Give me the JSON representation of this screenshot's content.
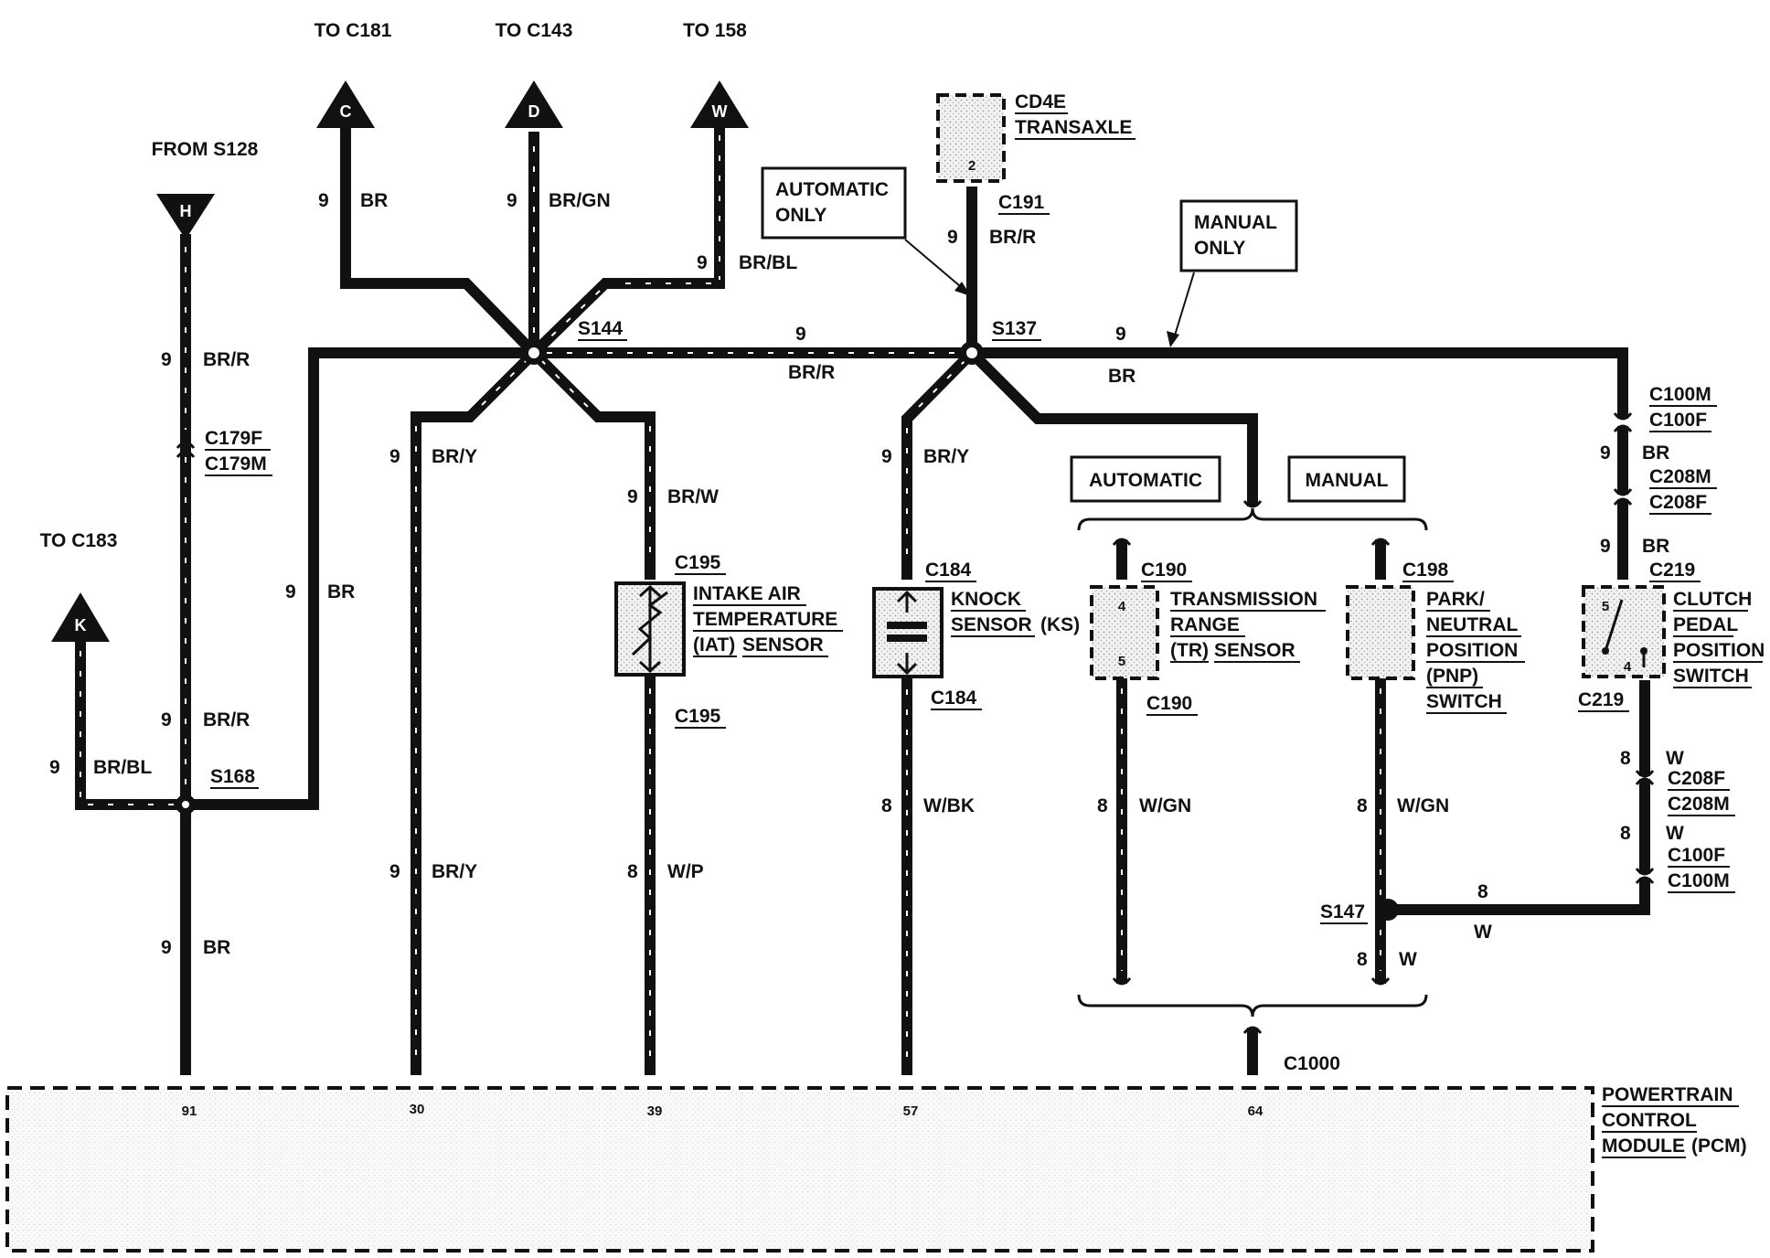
{
  "flags": {
    "c181": {
      "to": "TO C181",
      "letter": "C"
    },
    "c143": {
      "to": "TO C143",
      "letter": "D"
    },
    "t158": {
      "to": "TO 158",
      "letter": "W"
    },
    "s128": {
      "from": "FROM S128",
      "letter": "H"
    },
    "c183": {
      "to": "TO C183",
      "letter": "K"
    }
  },
  "splices": {
    "s144": "S144",
    "s137": "S137",
    "s168": "S168",
    "s147": "S147"
  },
  "wires": {
    "h_up": {
      "gauge": "9",
      "color": "BR/R"
    },
    "h_low": {
      "gauge": "9",
      "color": "BR/R"
    },
    "k": {
      "gauge": "9",
      "color": "BR/BL"
    },
    "s168_up": {
      "gauge": "9",
      "color": "BR"
    },
    "pcm91": {
      "gauge": "9",
      "color": "BR"
    },
    "c_up": {
      "gauge": "9",
      "color": "BR"
    },
    "d_up": {
      "gauge": "9",
      "color": "BR/GN"
    },
    "w_up": {
      "gauge": "9",
      "color": "BR/BL"
    },
    "s144_s137": {
      "gauge": "9",
      "color": "BR/R"
    },
    "bry_top": {
      "gauge": "9",
      "color": "BR/Y"
    },
    "bry_bot": {
      "gauge": "9",
      "color": "BR/Y"
    },
    "brw": {
      "gauge": "9",
      "color": "BR/W"
    },
    "wp": {
      "gauge": "8",
      "color": "W/P"
    },
    "c191": {
      "gauge": "9",
      "color": "BR/R"
    },
    "s137_bry": {
      "gauge": "9",
      "color": "BR/Y"
    },
    "wbk": {
      "gauge": "8",
      "color": "W/BK"
    },
    "s137_right": {
      "gauge": "9",
      "color": "BR"
    },
    "clutch1": {
      "gauge": "9",
      "color": "BR"
    },
    "clutch2": {
      "gauge": "9",
      "color": "BR"
    },
    "clutch_w1": {
      "gauge": "8",
      "color": "W"
    },
    "clutch_w2": {
      "gauge": "8",
      "color": "W"
    },
    "tr_wgn": {
      "gauge": "8",
      "color": "W/GN"
    },
    "pnp_wgn": {
      "gauge": "8",
      "color": "W/GN"
    },
    "s147_right": {
      "gauge": "8",
      "color": "W"
    },
    "s147_down": {
      "gauge": "8",
      "color": "W"
    }
  },
  "connectors": {
    "c179f": "C179F",
    "c179m": "C179M",
    "c195_top": "C195",
    "c195_bot": "C195",
    "c184_top": "C184",
    "c184_bot": "C184",
    "c191": "C191",
    "c190_top": "C190",
    "c190_bot": "C190",
    "c198": "C198",
    "c100m_1": "C100M",
    "c100f_1": "C100F",
    "c208m_1": "C208M",
    "c208f_1": "C208F",
    "c219_top": "C219",
    "c219_bot": "C219",
    "c208f_2": "C208F",
    "c208m_2": "C208M",
    "c100f_2": "C100F",
    "c100m_2": "C100M",
    "c1000": "C1000"
  },
  "components": {
    "transaxle": {
      "line1": "CD4E",
      "line2": "TRANSAXLE",
      "pin": "2"
    },
    "iat": {
      "line1": "INTAKE AIR",
      "line2": "TEMPERATURE",
      "line3a": "(IAT)",
      "line3b": "SENSOR"
    },
    "ks": {
      "line1": "KNOCK",
      "line2a": "SENSOR",
      "line2b": "(KS)"
    },
    "tr": {
      "line1": "TRANSMISSION",
      "line2": "RANGE",
      "line3a": "(TR)",
      "line3b": "SENSOR",
      "pin_top": "4",
      "pin_bot": "5"
    },
    "pnp": {
      "line1": "PARK/",
      "line2": "NEUTRAL",
      "line3": "POSITION",
      "line4": "(PNP)",
      "line5": "SWITCH"
    },
    "cpp": {
      "line1": "CLUTCH",
      "line2": "PEDAL",
      "line3": "POSITION",
      "line4": "SWITCH",
      "pin_top": "5",
      "pin_bot": "4"
    },
    "pcm": {
      "line1": "POWERTRAIN",
      "line2": "CONTROL",
      "line3a": "MODULE",
      "line3b": "(PCM)"
    }
  },
  "notes": {
    "auto_only": {
      "line1": "AUTOMATIC",
      "line2": "ONLY"
    },
    "manual_only": {
      "line1": "MANUAL",
      "line2": "ONLY"
    },
    "automatic": "AUTOMATIC",
    "manual": "MANUAL"
  },
  "pcm_pins": [
    "91",
    "30",
    "39",
    "57",
    "64"
  ]
}
